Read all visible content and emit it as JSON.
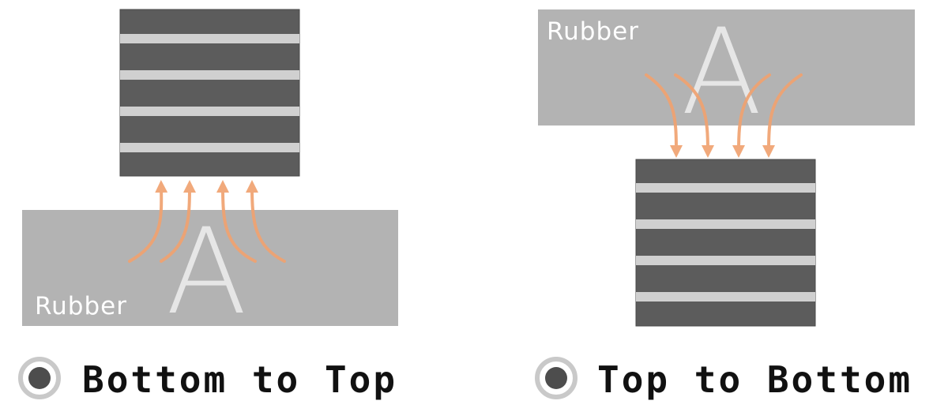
{
  "colors": {
    "rubber": "#b3b3b3",
    "block": "#5c5c5c",
    "stripe": "#d0d0d0",
    "arrow": "#f0a270",
    "radio_fill": "#4d4d4d"
  },
  "panels": [
    {
      "rubber_label": "Rubber",
      "letter": "A",
      "option_label": "Bottom to Top",
      "arrow_direction": "up",
      "selected": true
    },
    {
      "rubber_label": "Rubber",
      "letter": "A",
      "option_label": "Top to Bottom",
      "arrow_direction": "down",
      "selected": true
    }
  ]
}
